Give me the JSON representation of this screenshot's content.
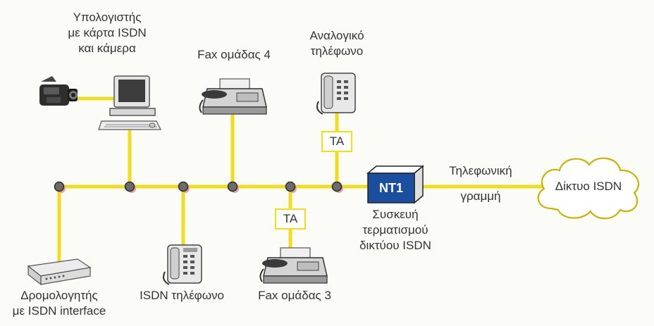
{
  "nodes": {
    "computer": {
      "label_lines": [
        "Υπολογιστής",
        "με κάρτα ISDN",
        "και κάμερα"
      ]
    },
    "fax_group4": {
      "label": "Fax ομάδας 4"
    },
    "analog_phone": {
      "label_lines": [
        "Αναλογικό",
        "τηλέφωνο"
      ]
    },
    "router": {
      "label_lines": [
        "Δρομολογητής",
        "με ISDN interface"
      ]
    },
    "isdn_phone": {
      "label": "ISDN τηλέφωνο"
    },
    "fax_group3": {
      "label": "Fax ομάδας 3"
    },
    "nt1": {
      "box_label": "NT1",
      "label_lines": [
        "Συσκευή",
        "τερματισμού",
        "δικτύου ISDN"
      ]
    },
    "line": {
      "label_lines": [
        "Τηλεφωνική",
        "γραμμή"
      ]
    },
    "network": {
      "label": "Δίκτυο ISDN"
    },
    "ta_top": {
      "label": "TA"
    },
    "ta_bottom": {
      "label": "TA"
    }
  },
  "colors": {
    "bus": "#f3dd1a",
    "nt1_box": "#1a4fa0",
    "connector": "#555555",
    "text": "#333333"
  },
  "icons": [
    "video-camera-icon",
    "desktop-computer-icon",
    "fax-machine-icon",
    "telephone-icon",
    "router-icon",
    "cloud-icon"
  ]
}
